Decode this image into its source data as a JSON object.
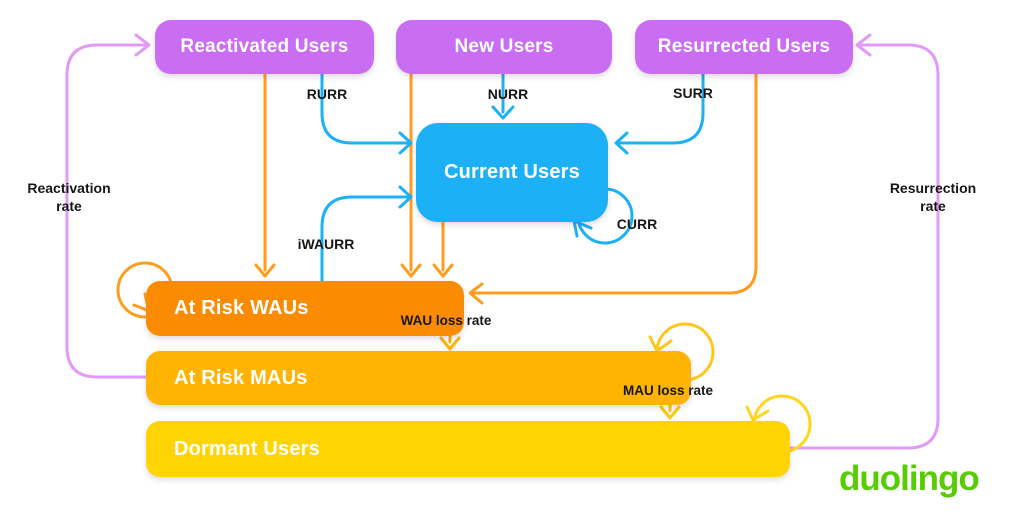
{
  "nodes": {
    "reactivated": {
      "label": "Reactivated Users",
      "color": "#c96df2"
    },
    "new_users": {
      "label": "New Users",
      "color": "#c96df2"
    },
    "resurrected": {
      "label": "Resurrected Users",
      "color": "#c96df2"
    },
    "current": {
      "label": "Current Users",
      "color": "#1cb0f6"
    },
    "at_risk_waus": {
      "label": "At Risk WAUs",
      "color": "#fb8c01"
    },
    "at_risk_maus": {
      "label": "At Risk MAUs",
      "color": "#ffb302"
    },
    "dormant": {
      "label": "Dormant Users",
      "color": "#ffd402"
    }
  },
  "edges": {
    "rurr": {
      "label": "RURR",
      "from": "Reactivated Users",
      "to": "Current Users",
      "color": "#1cb0f6"
    },
    "nurr": {
      "label": "NURR",
      "from": "New Users",
      "to": "Current Users",
      "color": "#1cb0f6"
    },
    "surr": {
      "label": "SURR",
      "from": "Resurrected Users",
      "to": "Current Users",
      "color": "#1cb0f6"
    },
    "curr": {
      "label": "CURR",
      "from": "Current Users",
      "to": "Current Users",
      "color": "#1cb0f6"
    },
    "iwaurr": {
      "label": "iWAURR",
      "from": "At Risk WAUs",
      "to": "Current Users",
      "color": "#1cb0f6"
    },
    "wau_loss": {
      "label": "WAU loss rate",
      "from": "At Risk WAUs",
      "to": "At Risk MAUs",
      "color": "#ffb30d"
    },
    "mau_loss": {
      "label": "MAU loss rate",
      "from": "At Risk MAUs",
      "to": "Dormant Users",
      "color": "#ffc90d"
    },
    "reactivation": {
      "label": "Reactivation rate",
      "from": "At Risk MAUs",
      "to": "Reactivated Users",
      "color": "#e19bf7"
    },
    "resurrection": {
      "label": "Resurrection rate",
      "from": "Dormant Users",
      "to": "Resurrected Users",
      "color": "#e19bf7"
    },
    "reactivated_to_wau": {
      "label": "",
      "from": "Reactivated Users",
      "to": "At Risk WAUs",
      "color": "#ff9d1f"
    },
    "new_to_wau": {
      "label": "",
      "from": "New Users",
      "to": "At Risk WAUs",
      "color": "#ff9d1f"
    },
    "current_to_wau": {
      "label": "",
      "from": "Current Users",
      "to": "At Risk WAUs",
      "color": "#ff9d1f"
    },
    "resurrected_to_wau": {
      "label": "",
      "from": "Resurrected Users",
      "to": "At Risk WAUs",
      "color": "#ff9d1f"
    },
    "wau_self_loop": {
      "label": "",
      "from": "At Risk WAUs",
      "to": "At Risk WAUs",
      "color": "#ff9d1f"
    },
    "mau_self_loop": {
      "label": "",
      "from": "At Risk MAUs",
      "to": "At Risk MAUs",
      "color": "#ffc61e"
    },
    "dormant_self_loop": {
      "label": "",
      "from": "Dormant Users",
      "to": "Dormant Users",
      "color": "#ffd51e"
    }
  },
  "logo": {
    "text": "duolingo",
    "color": "#58cc02"
  }
}
